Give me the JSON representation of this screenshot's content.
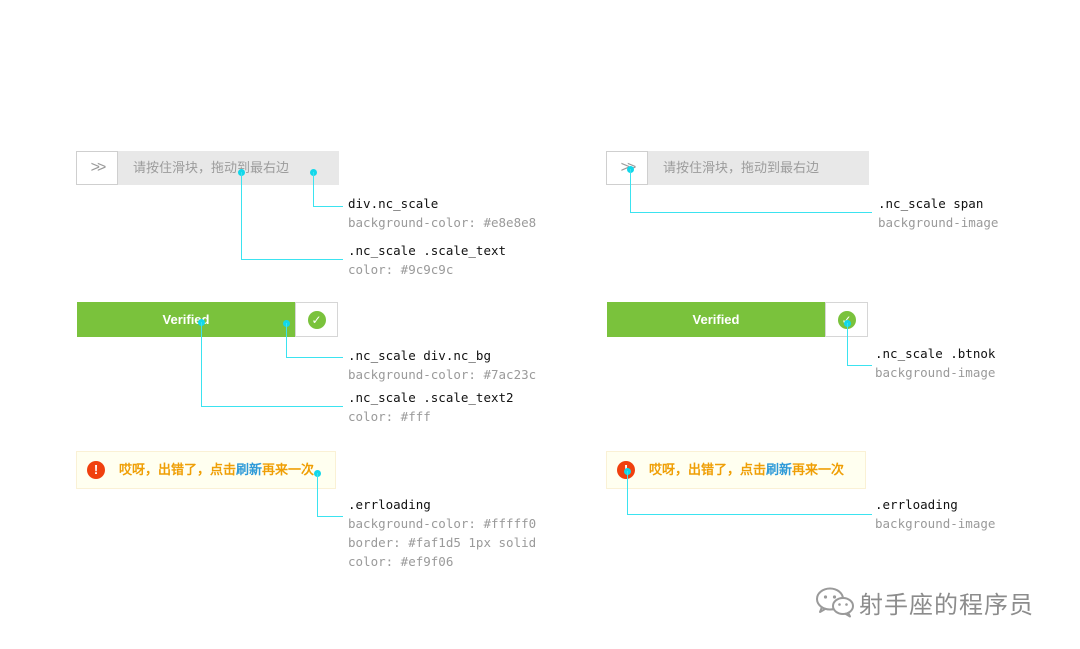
{
  "slider": {
    "arrows": ">>",
    "text": "请按住滑块，拖动到最右边"
  },
  "verified": {
    "text": "Verified",
    "check": "✓"
  },
  "errloading": {
    "icon": "!",
    "text_before": "哎呀，出错了，点击",
    "link": "刷新",
    "text_after": "再来一次"
  },
  "annotations": {
    "nc_scale": {
      "selector": "div.nc_scale",
      "prop": "background-color: #e8e8e8"
    },
    "scale_text": {
      "selector": ".nc_scale .scale_text",
      "prop": "color: #9c9c9c"
    },
    "nc_bg": {
      "selector": ".nc_scale div.nc_bg",
      "prop": "background-color: #7ac23c"
    },
    "scale_text2": {
      "selector": ".nc_scale .scale_text2",
      "prop": "color: #fff"
    },
    "errloading_left": {
      "selector": ".errloading",
      "prop1": "background-color: #fffff0",
      "prop2": "border: #faf1d5 1px solid",
      "prop3": "color: #ef9f06"
    },
    "span": {
      "selector": ".nc_scale span",
      "prop": "background-image"
    },
    "btnok": {
      "selector": ".nc_scale .btnok",
      "prop": "background-image"
    },
    "errloading_right": {
      "selector": ".errloading",
      "prop": "background-image"
    }
  },
  "watermark": {
    "icon": "wechat-logo-icon",
    "text": "射手座的程序员"
  },
  "colors": {
    "scale_bg": "#e8e8e8",
    "scale_text": "#9c9c9c",
    "nc_bg": "#7ac23c",
    "err_bg": "#fffff0",
    "err_border": "#faf1d5",
    "err_text": "#ef9f06",
    "err_icon": "#f0400e",
    "link": "#2f9bd8",
    "pointer": "#12d7ea"
  }
}
